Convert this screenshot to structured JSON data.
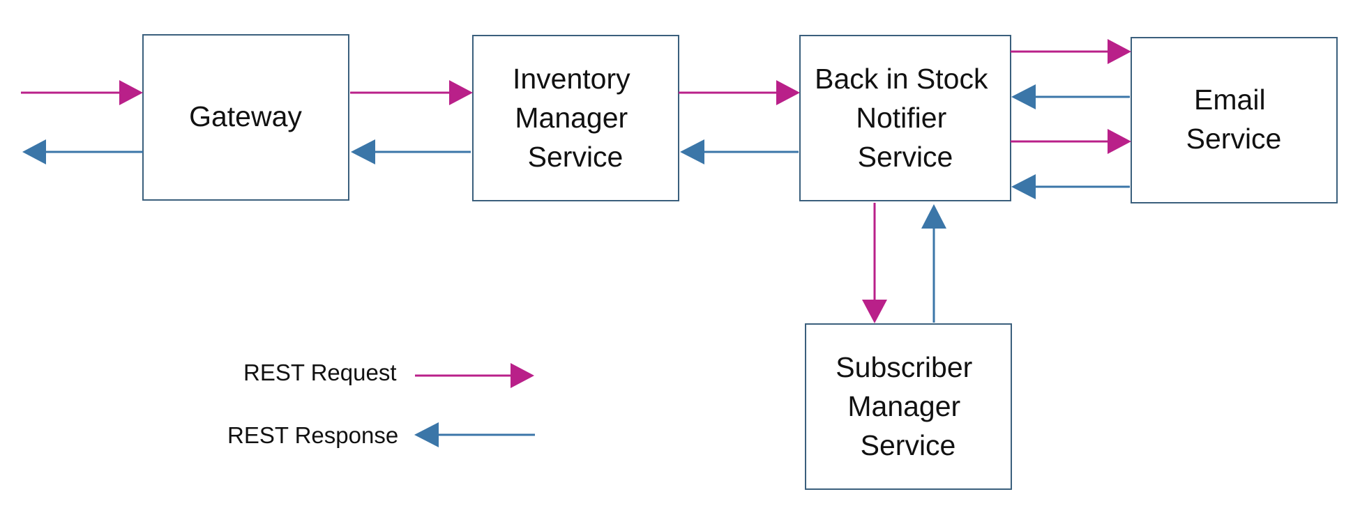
{
  "colors": {
    "request": "#b92089",
    "response": "#3b76a8",
    "box_border": "#3a5f7c",
    "text": "#111111"
  },
  "nodes": {
    "gateway": {
      "lines": [
        "Gateway"
      ]
    },
    "inventory": {
      "lines": [
        "Inventory",
        "Manager",
        "Service"
      ]
    },
    "notifier": {
      "lines": [
        "Back in Stock",
        "Notifier",
        "Service"
      ]
    },
    "email": {
      "lines": [
        "Email",
        "Service"
      ]
    },
    "subscriber": {
      "lines": [
        "Subscriber",
        "Manager",
        "Service"
      ]
    }
  },
  "legend": {
    "request_label": "REST Request",
    "response_label": "REST Response"
  }
}
